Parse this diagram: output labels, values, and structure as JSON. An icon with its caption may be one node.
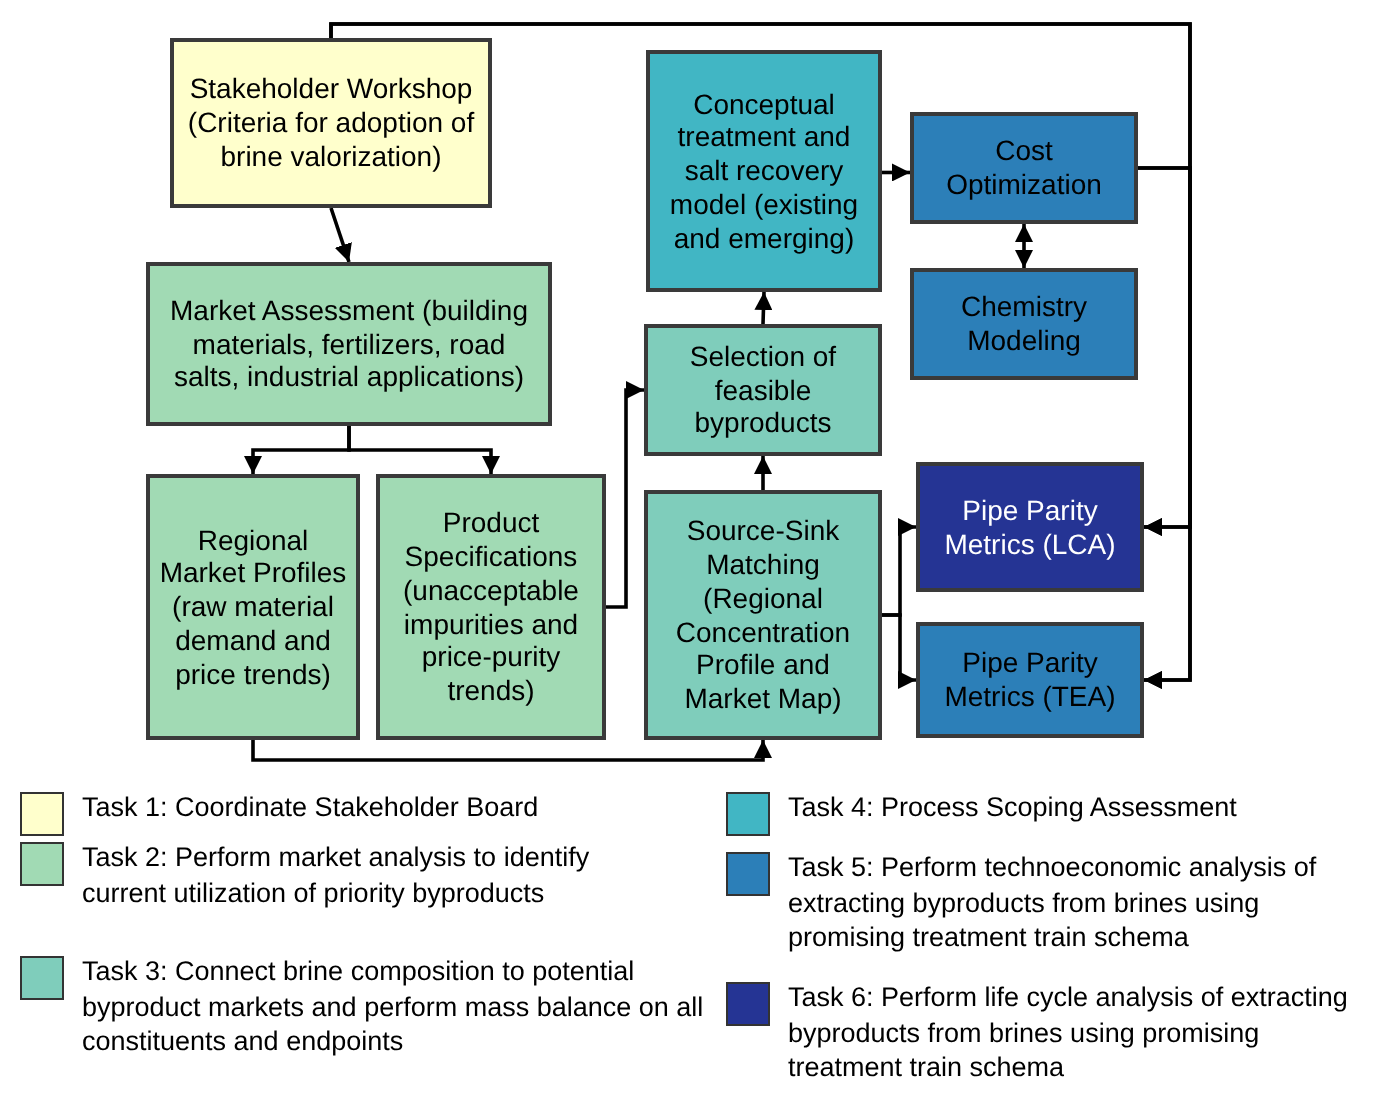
{
  "diagram": {
    "nodes": [
      {
        "text": [
          "Stakeholder Workshop (Criteria for adoption of brine valorization)"
        ]
      },
      {
        "text": [
          "Conceptual treatment and salt recovery model (existing and emerging)"
        ]
      },
      {
        "text": [
          "Cost Optimization"
        ]
      },
      {
        "text": [
          "Chemistry Modeling"
        ]
      },
      {
        "text": [
          "Market Assessment (building materials, fertilizers, road salts, industrial applications)"
        ]
      },
      {
        "text": [
          "Selection of feasible byproducts"
        ]
      },
      {
        "text": [
          "Regional Market Profiles (raw material demand and price trends)"
        ]
      },
      {
        "text": [
          "Product Specifications (unacceptable impurities and price-purity trends)"
        ]
      },
      {
        "text": [
          "Source-Sink Matching (Regional Concentration Profile and Market Map)"
        ]
      },
      {
        "text": [
          "Pipe Parity Metrics (LCA)"
        ]
      },
      {
        "text": [
          "Pipe Parity Metrics (TEA)"
        ]
      }
    ],
    "edges": [
      {
        "from": 0,
        "to": 4,
        "arrow": "to"
      },
      {
        "from": 4,
        "to": 6,
        "arrow": "to"
      },
      {
        "from": 4,
        "to": 7,
        "arrow": "to"
      },
      {
        "from": 7,
        "to": 5,
        "arrow": "to"
      },
      {
        "from": 6,
        "to": 8,
        "arrow": "to"
      },
      {
        "from": 8,
        "to": 5,
        "arrow": "to"
      },
      {
        "from": 5,
        "to": 1,
        "arrow": "to"
      },
      {
        "from": 1,
        "to": 2,
        "arrow": "to"
      },
      {
        "from": 2,
        "to": 3,
        "arrow": "both"
      },
      {
        "from": 8,
        "to": 9,
        "arrow": "to"
      },
      {
        "from": 8,
        "to": 10,
        "arrow": "to"
      },
      {
        "from": 0,
        "to": 9,
        "arrow": "to"
      },
      {
        "from": 0,
        "to": 10,
        "arrow": "to"
      },
      {
        "from": 2,
        "to": 9,
        "arrow": "to"
      },
      {
        "from": 2,
        "to": 10,
        "arrow": "to"
      }
    ],
    "legend": [
      {
        "text": "Task 1: Coordinate Stakeholder Board",
        "color": "#ffffcc"
      },
      {
        "text": "Task 2: Perform market analysis to identify current utilization of priority byproducts",
        "color": "#a1dab4"
      },
      {
        "text": "Task 3: Connect brine composition to potential byproduct markets and perform mass balance on all constituents and endpoints",
        "color": "#7fcdbb"
      },
      {
        "text": "Task 4: Process Scoping Assessment",
        "color": "#41b6c4"
      },
      {
        "text": "Task 5: Perform technoeconomic analysis of extracting byproducts from brines using promising treatment train schema",
        "color": "#2c7fb8"
      },
      {
        "text": "Task 6: Perform life cycle analysis of extracting byproducts from brines using promising treatment train schema",
        "color": "#253494"
      }
    ]
  }
}
